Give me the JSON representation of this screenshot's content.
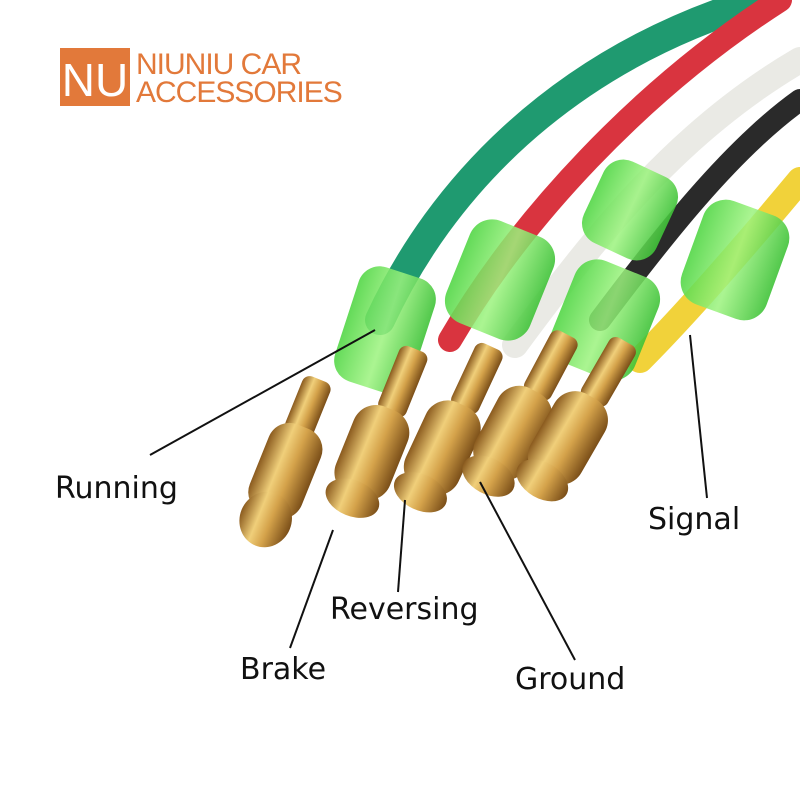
{
  "brand": {
    "logo_letters": "NU",
    "line1": "NIUNIU CAR",
    "line2": "ACCESSORIES",
    "color": "#e2793a"
  },
  "wires": [
    {
      "color": "#1f9a70",
      "label": "Running"
    },
    {
      "color": "#d9343f",
      "label": "Brake"
    },
    {
      "color": "#f4f4f0",
      "label": "Reversing"
    },
    {
      "color": "#2a2a2a",
      "label": "Ground"
    },
    {
      "color": "#f1d23a",
      "label": "Signal"
    }
  ],
  "colors": {
    "sleeve": "#6fe85a",
    "terminal": "#d2a04a",
    "leader_line": "#111111"
  }
}
